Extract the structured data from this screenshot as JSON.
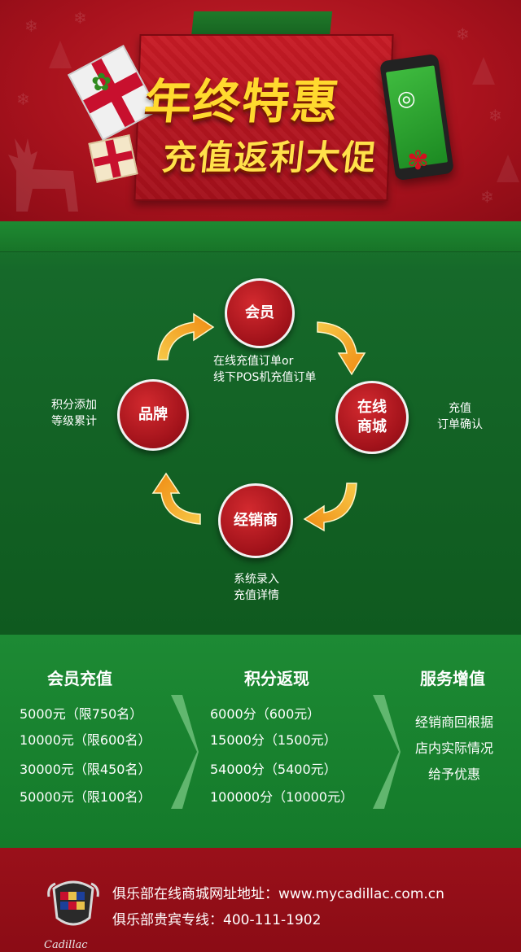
{
  "header": {
    "title": "年终特惠",
    "subtitle": "充值返利大促"
  },
  "loop": {
    "nodes": {
      "member": "会员",
      "online_mall_line1": "在线",
      "online_mall_line2": "商城",
      "dealer": "经销商",
      "brand": "品牌"
    },
    "labels": {
      "member_line1": "在线充值订单or",
      "member_line2": "线下POS机充值订单",
      "mall_line1": "充值",
      "mall_line2": "订单确认",
      "dealer_line1": "系统录入",
      "dealer_line2": "充值详情",
      "brand_line1": "积分添加",
      "brand_line2": "等级累计"
    }
  },
  "program": {
    "columns": [
      {
        "title": "会员充值",
        "rows": [
          "5000元（限750名）",
          "10000元（限600名）",
          "30000元（限450名）",
          "50000元（限100名）"
        ]
      },
      {
        "title": "积分返现",
        "rows": [
          "6000分（600元）",
          "15000分（1500元）",
          "54000分（5400元）",
          "100000分（10000元）"
        ]
      },
      {
        "title": "服务增值",
        "rows": [
          "经销商回根据",
          "店内实际情况",
          "给予优惠"
        ]
      }
    ]
  },
  "footer": {
    "logo_text": "Cadillac",
    "line1": "俱乐部在线商城网址地址：www.mycadillac.com.cn",
    "line2": "俱乐部贵宾专线：400-111-1902"
  },
  "colors": {
    "header_red": "#b0151f",
    "title_yellow": "#ffd92e",
    "green_dark": "#0f5a1f",
    "green_mid": "#1d8a34",
    "node_red": "#a3131b",
    "arrow_orange": "#f5a623",
    "footer_red": "#9a101a"
  },
  "icons": [
    "gift-icon",
    "holly-icon",
    "phone-icon",
    "wechat-icon",
    "bow-icon",
    "reindeer-icon",
    "snowflake-icon",
    "curved-arrow-icon",
    "chevron-right-icon",
    "cadillac-logo"
  ]
}
